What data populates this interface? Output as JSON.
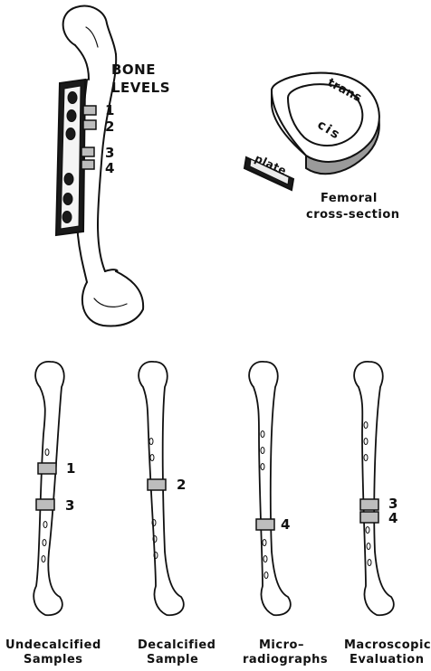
{
  "bone_levels_title": [
    "BONE",
    "LEVELS"
  ],
  "levels": [
    "1",
    "2",
    "3",
    "4"
  ],
  "cross_section": {
    "trans_label": "trans",
    "cis_label": "cis",
    "plate_label": "plate",
    "caption": [
      "Femoral",
      "cross-section"
    ]
  },
  "samples": [
    {
      "caption": [
        "Undecalcified",
        "Samples"
      ],
      "levels": [
        "1",
        "3"
      ]
    },
    {
      "caption": [
        "Decalcified",
        "Sample"
      ],
      "levels": [
        "2"
      ]
    },
    {
      "caption": [
        "Micro–",
        "radiographs"
      ],
      "levels": [
        "4"
      ]
    },
    {
      "caption": [
        "Macroscopic",
        "Evaluation"
      ],
      "levels": [
        "3",
        "4"
      ]
    }
  ]
}
